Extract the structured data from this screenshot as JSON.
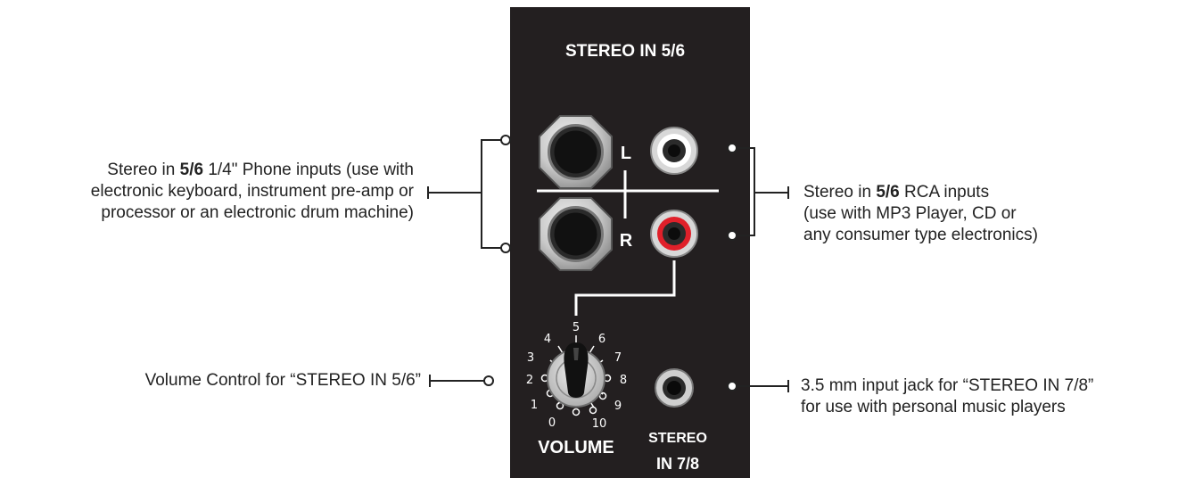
{
  "panel": {
    "title": "STEREO IN 5/6",
    "jack_left_label": "L",
    "jack_right_label": "R",
    "knob_label": "VOLUME",
    "mini_jack_label_line1": "STEREO",
    "mini_jack_label_line2": "IN 7/8",
    "scale_numbers": [
      "0",
      "1",
      "2",
      "3",
      "4",
      "5",
      "6",
      "7",
      "8",
      "9",
      "10"
    ],
    "colors": {
      "panel": "#231f20",
      "line": "#ffffff",
      "rca_left_ring": "#ffffff",
      "rca_right_ring": "#e0202a",
      "jack_metal": "#cfcfcf",
      "callout": "#222222"
    }
  },
  "callouts": {
    "phone_inputs": {
      "line1_prefix": "Stereo in ",
      "line1_bold": "5/6",
      "line1_suffix": " 1/4\" Phone inputs (use with",
      "line2": "electronic keyboard, instrument pre-amp or",
      "line3": "processor or an electronic drum machine)"
    },
    "rca_inputs": {
      "line1_prefix": "Stereo in ",
      "line1_bold": "5/6",
      "line1_suffix": " RCA inputs",
      "line2": "(use with MP3 Player, CD or",
      "line3": "any consumer type electronics)"
    },
    "volume": {
      "text": "Volume Control for “STEREO IN 5/6”"
    },
    "mini_jack": {
      "line1": "3.5 mm input jack for “STEREO IN 7/8”",
      "line2": "for use with personal music players"
    }
  }
}
